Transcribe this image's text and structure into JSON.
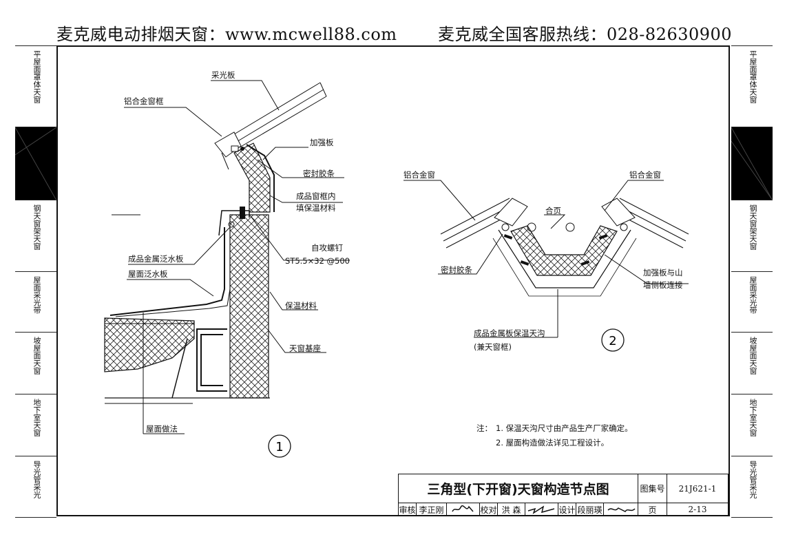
{
  "header": {
    "left": "麦克威电动排烟天窗：www.mcwell88.com",
    "right": "麦克威全国客服热线：028-82630900"
  },
  "side_tabs": [
    {
      "label": "平屋面罩体天窗",
      "active": false
    },
    {
      "label": "",
      "active": true
    },
    {
      "label": "钢天窗架天窗",
      "active": false
    },
    {
      "label": "屋面采光带",
      "active": false
    },
    {
      "label": "坡屋面天窗",
      "active": false
    },
    {
      "label": "地下室天窗",
      "active": false
    },
    {
      "label": "导光管采光",
      "active": false
    }
  ],
  "detail1": {
    "number": "1",
    "labels": {
      "lighting_panel": "采光板",
      "al_frame": "铝合金窗框",
      "reinforce": "加强板",
      "seal": "密封胶条",
      "frame_fill1": "成品窗框内",
      "frame_fill2": "填保温材料",
      "screw1": "自攻螺钉",
      "screw2": "ST5.5×32 @500",
      "metal_flashing": "成品金属泛水板",
      "roof_flashing": "屋面泛水板",
      "insulation": "保温材料",
      "base": "天窗基座",
      "roof_method": "屋面做法"
    }
  },
  "detail2": {
    "number": "2",
    "labels": {
      "al_window_l": "铝合金窗",
      "al_window_r": "铝合金窗",
      "hinge": "合页",
      "seal": "密封胶条",
      "reinforce1": "加强板与山",
      "reinforce2": "墙侧板连接",
      "gutter1": "成品金属板保温天沟",
      "gutter2": "(兼天窗框)"
    }
  },
  "notes": {
    "title": "注：",
    "items": [
      "1. 保温天沟尺寸由产品生产厂家确定。",
      "2. 屋面构造做法详见工程设计。"
    ]
  },
  "title_block": {
    "title": "三角型(下开窗)天窗构造节点图",
    "atlas_label": "图集号",
    "atlas_no": "21J621-1",
    "page_label": "页",
    "page_no": "2-13",
    "review_label": "审核",
    "reviewer": "李正刚",
    "check_label": "校对",
    "checker": "洪 森",
    "design_label": "设计",
    "designer": "段丽瑛"
  }
}
